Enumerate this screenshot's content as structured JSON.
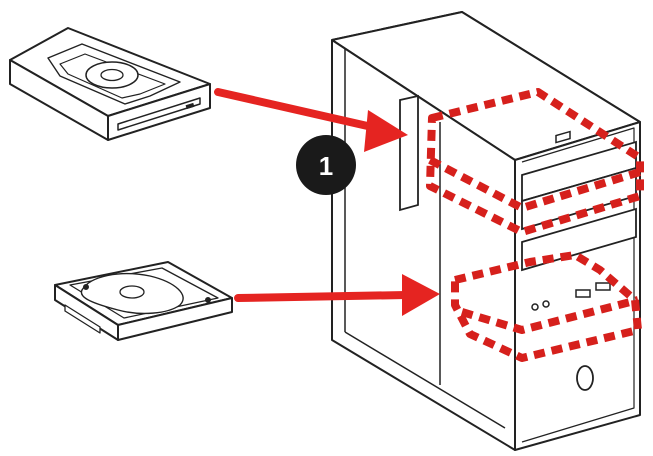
{
  "diagram": {
    "step_badge": "1",
    "colors": {
      "line": "#222222",
      "fill": "#ffffff",
      "arrow": "#e52421",
      "highlight": "#d6201c",
      "badge": "#1a1a1a"
    },
    "components": [
      {
        "name": "optical-drive",
        "icon": "optical-drive-icon",
        "target": "upper-drive-bay"
      },
      {
        "name": "hard-disk-drive",
        "icon": "hard-disk-icon",
        "target": "lower-drive-bay"
      }
    ],
    "target_device": "computer-tower-case"
  }
}
